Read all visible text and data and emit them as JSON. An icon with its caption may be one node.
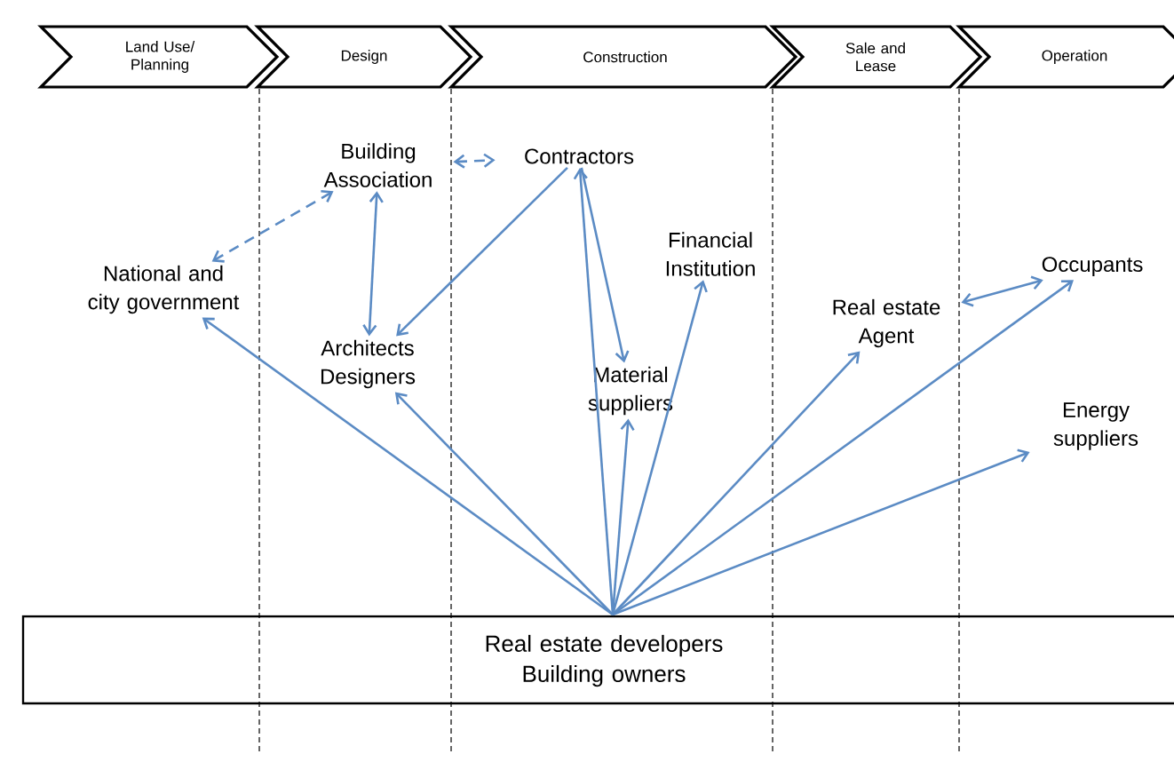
{
  "diagram": {
    "nodes": [
      {
        "text": [
          "Land Use/ Planning"
        ]
      },
      {
        "text": [
          "Design"
        ]
      },
      {
        "text": [
          "Construction"
        ]
      },
      {
        "text": [
          "Sale and Lease"
        ]
      },
      {
        "text": [
          "Operation"
        ]
      },
      {
        "text": [
          "Building Association"
        ]
      },
      {
        "text": [
          "Contractors"
        ]
      },
      {
        "text": [
          "National and city government"
        ]
      },
      {
        "text": [
          "Financial Institution"
        ]
      },
      {
        "text": [
          "Architects Designers"
        ]
      },
      {
        "text": [
          "Material suppliers"
        ]
      },
      {
        "text": [
          "Real estate Agent"
        ]
      },
      {
        "text": [
          "Occupants"
        ]
      },
      {
        "text": [
          "Energy suppliers"
        ]
      },
      {
        "text": [
          "Real estate developers Building owners"
        ]
      }
    ],
    "edges": [
      {
        "from": 5,
        "to": 6,
        "arrow": "both",
        "style": "dashed"
      },
      {
        "from": 5,
        "to": 7,
        "arrow": "both",
        "style": "dashed"
      },
      {
        "from": 5,
        "to": 9,
        "arrow": "both"
      },
      {
        "from": 6,
        "to": 9,
        "arrow": "to"
      },
      {
        "from": 6,
        "to": 10,
        "arrow": "to"
      },
      {
        "from": 14,
        "to": 7,
        "arrow": "to"
      },
      {
        "from": 14,
        "to": 9,
        "arrow": "to"
      },
      {
        "from": 14,
        "to": 6,
        "arrow": "to"
      },
      {
        "from": 14,
        "to": 10,
        "arrow": "to"
      },
      {
        "from": 14,
        "to": 8,
        "arrow": "to"
      },
      {
        "from": 14,
        "to": 11,
        "arrow": "to"
      },
      {
        "from": 14,
        "to": 12,
        "arrow": "to"
      },
      {
        "from": 12,
        "to": 11,
        "arrow": "both"
      },
      {
        "from": 14,
        "to": 13,
        "arrow": "to"
      }
    ]
  }
}
